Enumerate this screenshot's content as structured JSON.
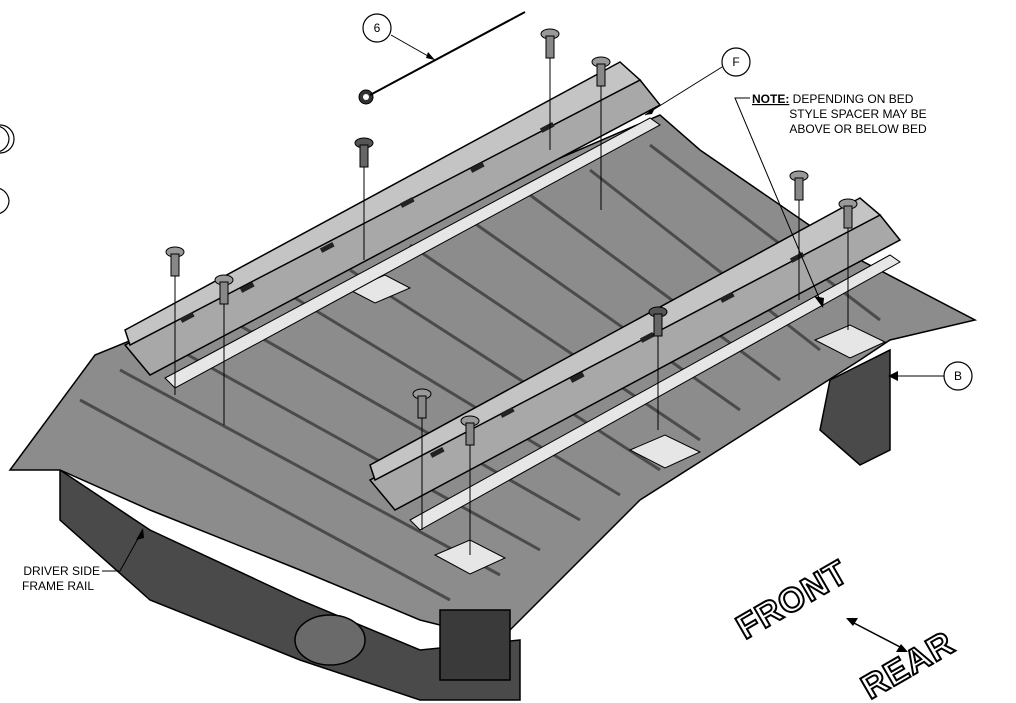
{
  "callouts": {
    "six": "6",
    "f": "F",
    "b": "B"
  },
  "note": {
    "label": "NOTE:",
    "line1_rest": " DEPENDING ON BED",
    "line2": "STYLE SPACER MAY BE",
    "line3": "ABOVE OR BELOW BED"
  },
  "driver_label": {
    "line1": "DRIVER SIDE",
    "line2": "FRAME RAIL"
  },
  "direction": {
    "front": "FRONT",
    "rear": "REAR"
  },
  "colors": {
    "bed": "#8c8c8c",
    "bed_dark": "#5a5a5a",
    "rail": "#a8a8a8",
    "spacer": "#e6e6e6"
  }
}
